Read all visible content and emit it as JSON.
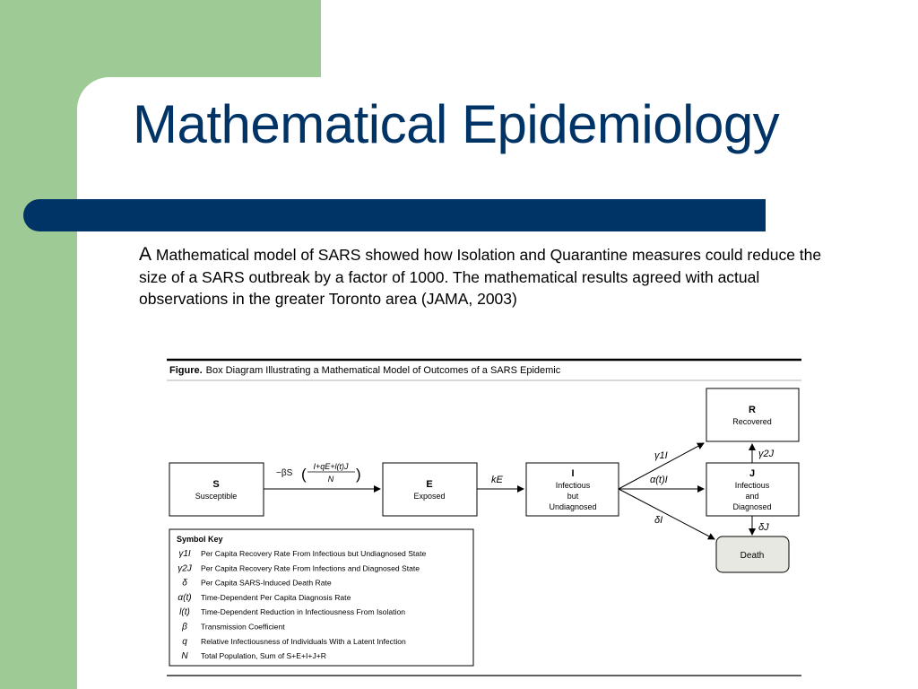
{
  "slide": {
    "title": "Mathematical Epidemiology",
    "lead_letter": "A",
    "body": "Mathematical model of SARS showed how Isolation and Quarantine measures could reduce the size of a SARS outbreak by a factor of 1000. The mathematical results agreed with actual observations in the greater Toronto area (JAMA, 2003)"
  },
  "figure": {
    "caption_label": "Figure.",
    "caption_text": "Box Diagram Illustrating a Mathematical Model of Outcomes of a SARS Epidemic",
    "boxes": {
      "S": {
        "letter": "S",
        "line1": "Susceptible"
      },
      "E": {
        "letter": "E",
        "line1": "Exposed"
      },
      "I": {
        "letter": "I",
        "line1": "Infectious",
        "line2": "but",
        "line3": "Undiagnosed"
      },
      "J": {
        "letter": "J",
        "line1": "Infectious",
        "line2": "and",
        "line3": "Diagnosed"
      },
      "R": {
        "letter": "R",
        "line1": "Recovered"
      },
      "D": {
        "line1": "Death"
      }
    },
    "arrows": {
      "se_prefix": "−βS",
      "se_numerator": "I+qE+l(t)J",
      "se_denominator": "N",
      "ei": "kE",
      "ir": "γ1I",
      "ij": "α(t)I",
      "id": "δI",
      "jr": "γ2J",
      "jd": "δJ"
    },
    "symbol_key": {
      "title": "Symbol Key",
      "entries": [
        {
          "symbol": "γ1I",
          "text": "Per Capita Recovery Rate From Infectious but Undiagnosed State"
        },
        {
          "symbol": "γ2J",
          "text": "Per Capita Recovery Rate From Infections and Diagnosed State"
        },
        {
          "symbol": "δ",
          "text": "Per Capita SARS-Induced Death Rate"
        },
        {
          "symbol": "α(t)",
          "text": "Time-Dependent Per Capita Diagnosis Rate"
        },
        {
          "symbol": "l(t)",
          "text": "Time-Dependent Reduction in Infectiousness From Isolation"
        },
        {
          "symbol": "β",
          "text": "Transmission Coefficient"
        },
        {
          "symbol": "q",
          "text": "Relative Infectiousness of Individuals With a Latent Infection"
        },
        {
          "symbol": "N",
          "text": "Total Population, Sum of S+E+I+J+R"
        }
      ]
    }
  }
}
